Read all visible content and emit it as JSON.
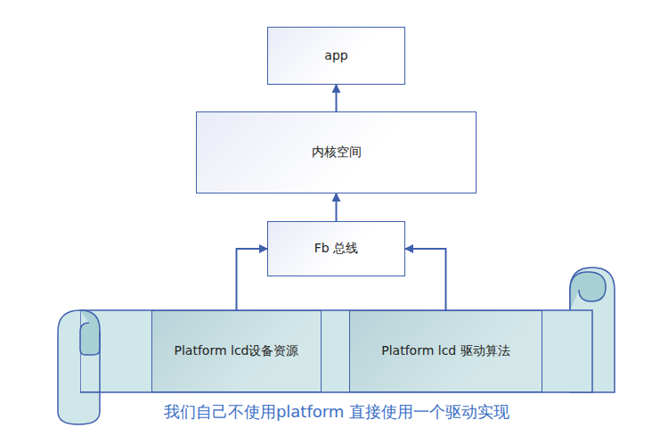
{
  "diagram": {
    "nodes": [
      {
        "text": [
          "app"
        ]
      },
      {
        "text": [
          "内核空间"
        ]
      },
      {
        "text": [
          "Fb 总线"
        ]
      },
      {
        "text": [
          "Platform lcd设备资源"
        ]
      },
      {
        "text": [
          "Platform lcd 驱动算法"
        ]
      }
    ],
    "edges": [
      {
        "from": 1,
        "to": 0,
        "arrow": "to"
      },
      {
        "from": 2,
        "to": 1,
        "arrow": "to"
      },
      {
        "from": 3,
        "to": 2,
        "arrow": "to"
      },
      {
        "from": 4,
        "to": 2,
        "arrow": "to"
      }
    ],
    "labels": [
      "我们自己不使用platform 直接使用一个驱动实现"
    ]
  }
}
